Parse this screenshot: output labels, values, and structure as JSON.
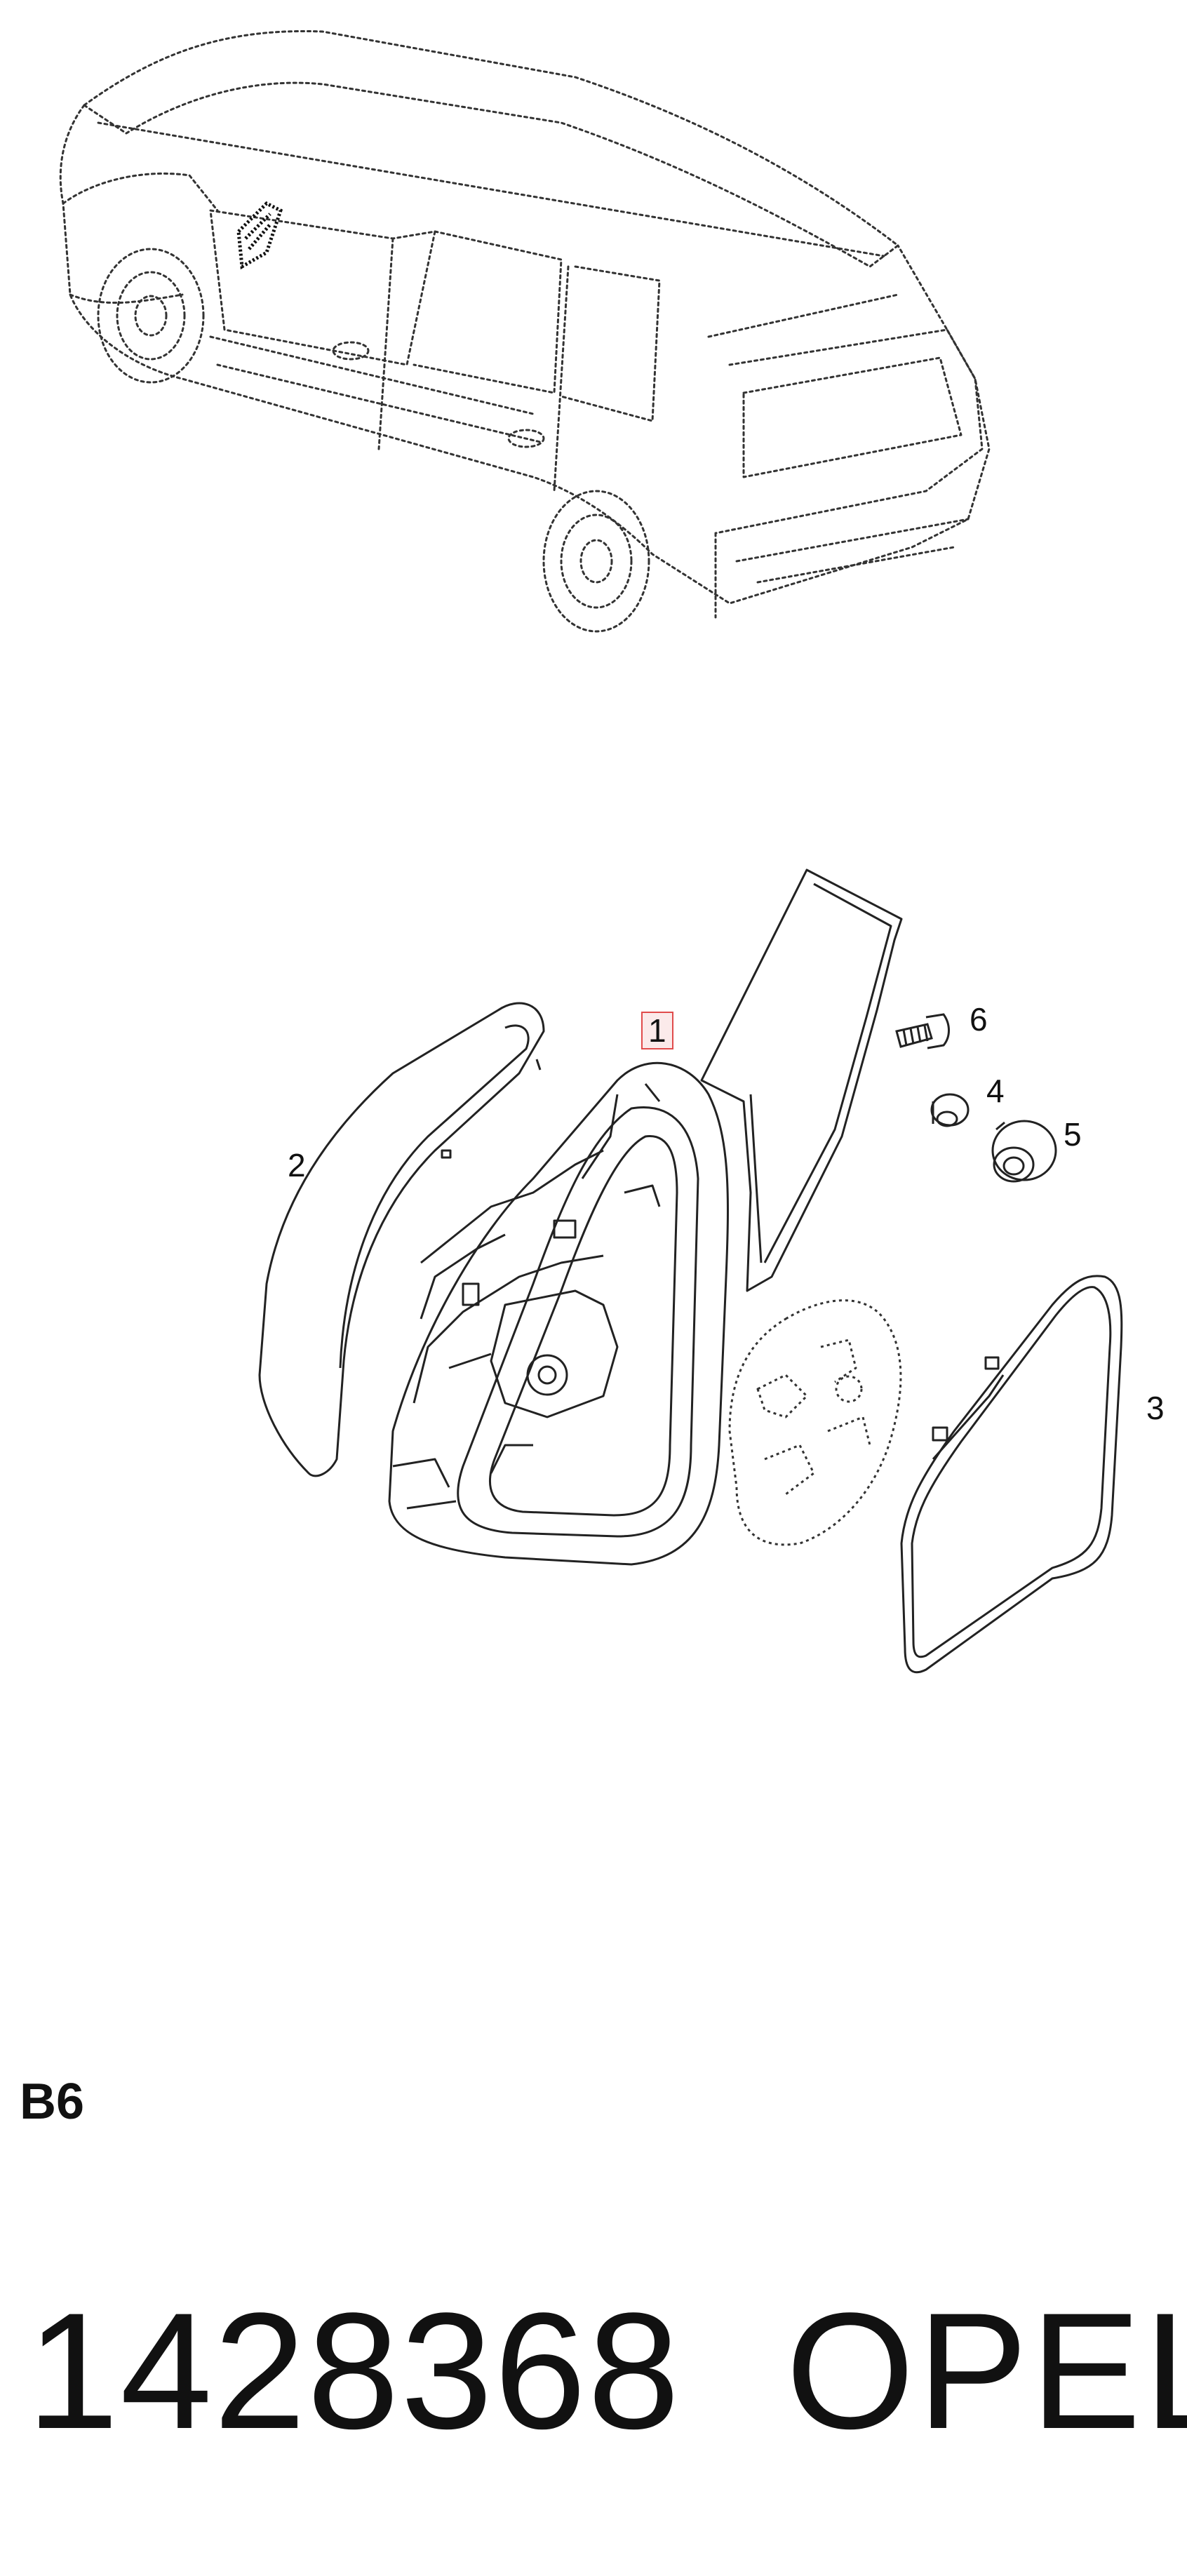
{
  "callouts": {
    "c1": "1",
    "c2": "2",
    "c3": "3",
    "c4": "4",
    "c5": "5",
    "c6": "6"
  },
  "footer": {
    "section_code": "B6",
    "part_number": "1428368",
    "brand": "OPEL"
  },
  "colors": {
    "line": "#222222",
    "highlight_border": "#e04b4b",
    "highlight_fill": "#fbeaea"
  }
}
